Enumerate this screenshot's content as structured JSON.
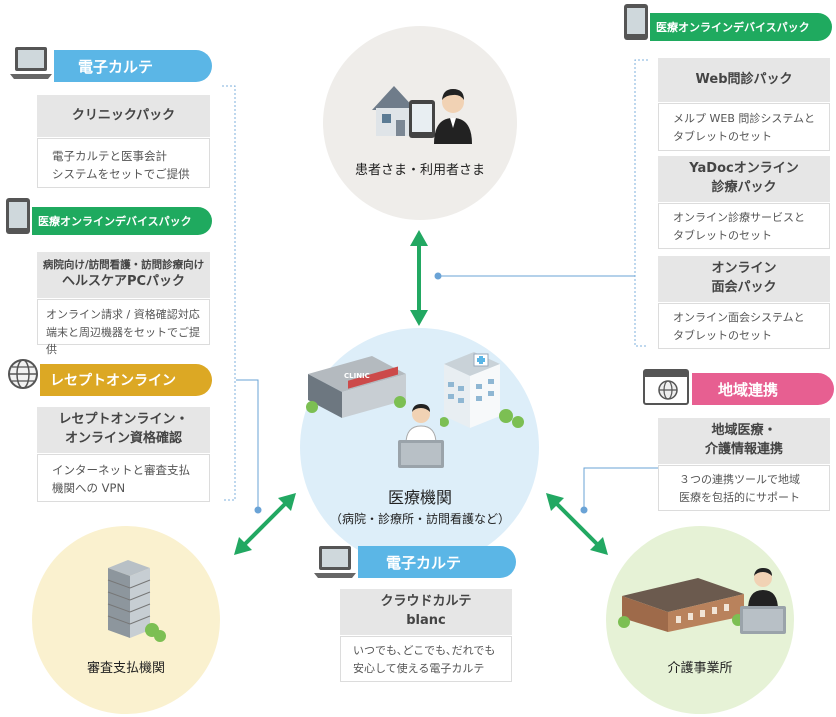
{
  "colors": {
    "blue": "#5bb6e6",
    "green": "#1faa5f",
    "gold": "#dca824",
    "pink": "#e75f91",
    "arrow": "#22a862",
    "line": "#6aa3d6"
  },
  "left": {
    "karte_label": "電子カルテ",
    "clinic_pack_title": "クリニックパック",
    "clinic_pack_desc": [
      "電子カルテと医事会計",
      "システムをセットでご提供"
    ],
    "device_label": "医療オンラインデバイスパック",
    "healthcare_sub": "病院向け/訪問看護・訪問診療向け",
    "healthcare_title": "ヘルスケアPCパック",
    "healthcare_desc": [
      "オンライン請求 / 資格確認対応",
      "端末と周辺機器をセットでご提供"
    ],
    "receipt_label": "レセプトオンライン",
    "receipt_title": [
      "レセプトオンライン・",
      "オンライン資格確認"
    ],
    "receipt_desc": [
      "インターネットと審査支払",
      "機関への VPN"
    ]
  },
  "right": {
    "device_label": "医療オンラインデバイスパック",
    "web_title": "Web問診パック",
    "web_desc": [
      "メルプ WEB 問診システムと",
      "タブレットのセット"
    ],
    "yadoc_title": [
      "YaDocオンライン",
      "診療パック"
    ],
    "yadoc_desc": [
      "オンライン診療サービスと",
      "タブレットのセット"
    ],
    "visit_title": [
      "オンライン",
      "面会パック"
    ],
    "visit_desc": [
      "オンライン面会システムと",
      "タブレットのセット"
    ],
    "region_label": "地域連携",
    "region_title": [
      "地域医療・",
      "介護情報連携"
    ],
    "region_desc": [
      "３つの連携ツールで地域",
      "医療を包括的にサポート"
    ]
  },
  "center": {
    "patient_label": "患者さま・利用者さま",
    "hospital_title": "医療機関",
    "hospital_sub": "（病院・診療所・訪問看護など）",
    "clinic_sign": "CLINIC",
    "cloud_label": "電子カルテ",
    "cloud_title": [
      "クラウドカルテ",
      "blanc"
    ],
    "cloud_desc": [
      "いつでも､どこでも､だれでも",
      "安心して使える電子カルテ"
    ]
  },
  "bottom": {
    "review_label": "審査支払機関",
    "care_label": "介護事業所"
  },
  "icons": [
    "laptop-icon",
    "tablet-icon",
    "globe-icon",
    "browser-globe-icon",
    "house-icon",
    "person-icon",
    "clinic-building-icon",
    "hospital-building-icon",
    "office-building-icon",
    "care-facility-icon"
  ]
}
